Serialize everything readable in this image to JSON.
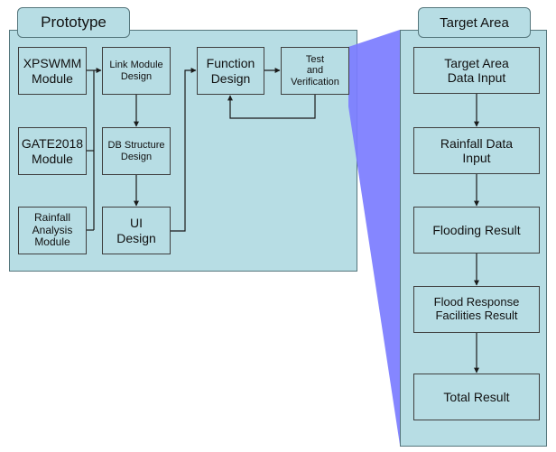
{
  "prototype": {
    "title": "Prototype",
    "modules": {
      "xpswmm": "XPSWMM\nModule",
      "gate2018": "GATE2018\nModule",
      "rainfall": "Rainfall\nAnalysis\nModule"
    },
    "steps": {
      "link": "Link Module\nDesign",
      "db": "DB Structure\nDesign",
      "ui": "UI\nDesign",
      "function": "Function\nDesign",
      "test": "Test\nand Verification"
    }
  },
  "target": {
    "title": "Target Area",
    "steps": [
      "Target Area\nData Input",
      "Rainfall Data\nInput",
      "Flooding Result",
      "Flood Response\nFacilities Result",
      "Total Result"
    ]
  },
  "colors": {
    "panel": "#b7dde4",
    "zoom_band": "#7b7cff"
  }
}
